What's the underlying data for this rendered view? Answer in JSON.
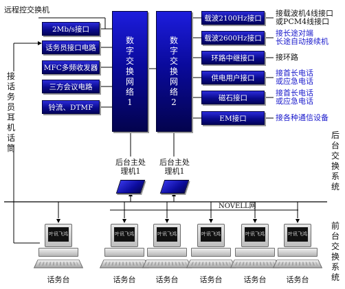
{
  "title": "远程控交换机",
  "left_vertical": "接话务员耳机话筒",
  "left_boxes": [
    "2Mb/s接口",
    "话务员接口电路",
    "MFC多频收发器",
    "三方会议电路",
    "铃流、DTMF"
  ],
  "switch_networks": [
    "数字交换网络1",
    "数字交换网络2"
  ],
  "right_boxes": [
    "载波2100Hz接口",
    "载波2600Hz接口",
    "环路中继接口",
    "供电用户接口",
    "磁石接口",
    "EM接口"
  ],
  "right_texts": [
    {
      "lines": [
        "接载波机4线接口",
        "或PCM4线接口"
      ],
      "color": "dark"
    },
    {
      "lines": [
        "接长途对端",
        "长途自动接续机"
      ],
      "color": "blue"
    },
    {
      "lines": [
        "接环路"
      ],
      "color": "dark"
    },
    {
      "lines": [
        "接首长电话",
        "或应急电话"
      ],
      "color": "blue"
    },
    {
      "lines": [
        "接首长电话",
        "或应急电话"
      ],
      "color": "blue"
    },
    {
      "lines": [
        "接各种通信设备"
      ],
      "color": "blue"
    }
  ],
  "processors": [
    "后台主处理机1",
    "后台主处理机1"
  ],
  "network_label": "NOVELL网",
  "backend_label": "后台交换系统",
  "frontend_label": "前台交换系统",
  "screen_text": "叶讯飞鸿",
  "workstation_label": "话务台",
  "workstation_count": 6
}
